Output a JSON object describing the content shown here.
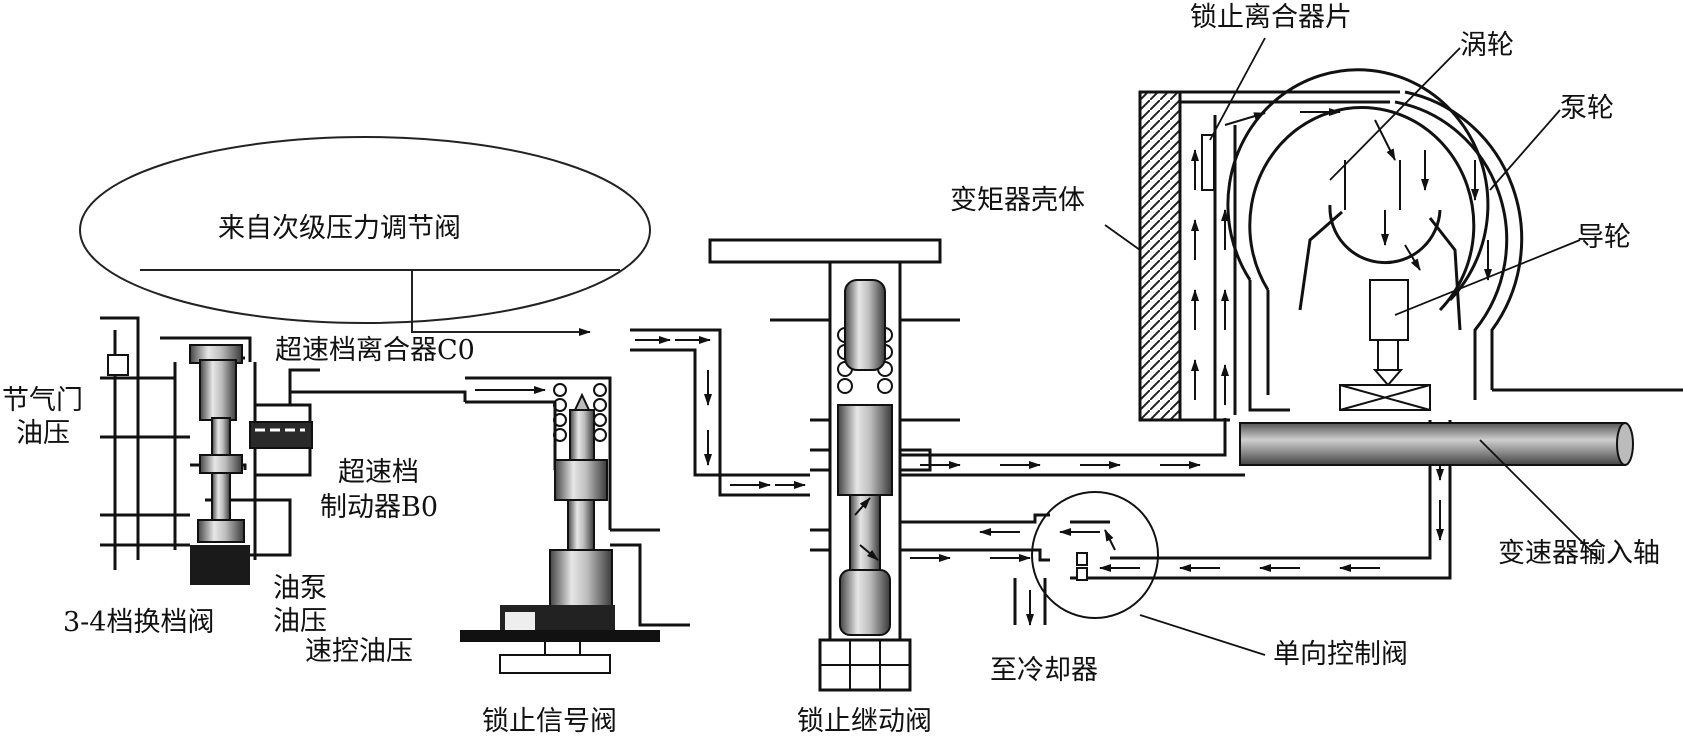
{
  "labels": {
    "secondary_regulator": "来自次级压力调节阀",
    "throttle_pressure_1": "节气门",
    "throttle_pressure_2": "油压",
    "overdrive_clutch": "超速档离合器C0",
    "overdrive_brake_1": "超速档",
    "overdrive_brake_2": "制动器B0",
    "pump_pressure_1": "油泵",
    "pump_pressure_2": "油压",
    "shift_valve_34": "3-4档换档阀",
    "governor_pressure": "速控油压",
    "lockup_signal_valve": "锁止信号阀",
    "lockup_relay_valve": "锁止继动阀",
    "to_cooler": "至冷却器",
    "check_valve": "单向控制阀",
    "input_shaft": "变速器输入轴",
    "converter_housing": "变矩器壳体",
    "lockup_clutch_plate": "锁止离合器片",
    "turbine": "涡轮",
    "pump_impeller": "泵轮",
    "stator": "导轮"
  }
}
